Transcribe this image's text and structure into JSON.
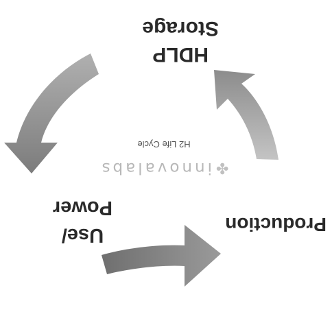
{
  "diagram": {
    "title": "H2 Life Cycle",
    "brand": "innovalabs",
    "stages": {
      "production": "Production",
      "storage_line1": "HDLP",
      "storage_line2": "Storage",
      "use_line1": "Use/",
      "use_line2": "Power"
    },
    "flow": [
      "Production",
      "HDLP Storage",
      "Use/ Power"
    ]
  },
  "colors": {
    "arrow_dark": "#7f7f7f",
    "arrow_light": "#a6a6a6",
    "text": "#2a2a2a",
    "brand": "#b8b8b8"
  },
  "icons": {
    "brand_mark": "molecule-icon"
  }
}
